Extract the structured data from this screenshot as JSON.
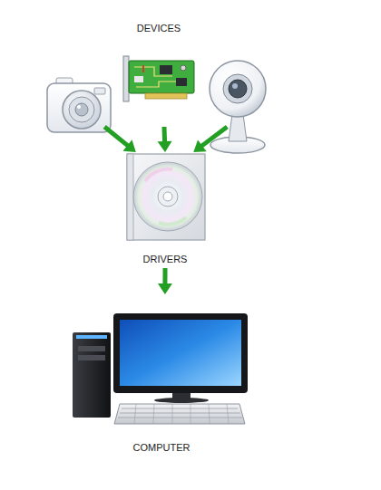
{
  "diagram": {
    "nodes": [
      {
        "text": [
          "DEVICES"
        ]
      },
      {
        "text": [
          "DRIVERS"
        ]
      },
      {
        "text": [
          "COMPUTER"
        ]
      }
    ],
    "edges": [
      {
        "from": 0,
        "to": 1,
        "arrow": "to"
      },
      {
        "from": 1,
        "to": 2,
        "arrow": "to"
      }
    ]
  }
}
